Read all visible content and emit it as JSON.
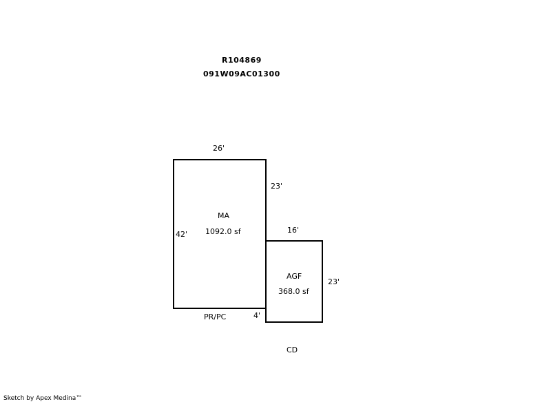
{
  "header": {
    "parcel_id": "R104869",
    "map_number": "091W09AC01300"
  },
  "areas": {
    "main": {
      "label": "MA",
      "area": "1092.0 sf",
      "dim_top": "26'",
      "dim_right": "23'",
      "dim_left": "42'",
      "dim_bottom": "PR/PC"
    },
    "garage": {
      "label": "AGF",
      "area": "368.0 sf",
      "dim_top": "16'",
      "dim_right": "23'",
      "dim_left": "4'"
    }
  },
  "other_labels": {
    "cd": "CD"
  },
  "footer": {
    "credit": "Sketch by Apex Medina™"
  }
}
